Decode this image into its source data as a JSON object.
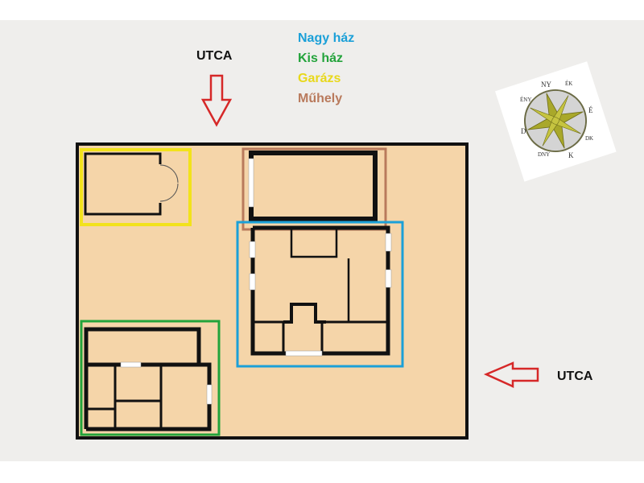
{
  "labels": {
    "street_top": "UTCA",
    "street_right": "UTCA"
  },
  "legend": [
    {
      "label": "Nagy ház",
      "color": "#1ba0d8"
    },
    {
      "label": "Kis ház",
      "color": "#23a33b"
    },
    {
      "label": "Garázs",
      "color": "#f2e21b"
    },
    {
      "label": "Műhely",
      "color": "#b97a5c"
    }
  ],
  "compass": {
    "n": "É",
    "ne": "ÉK",
    "e": "K",
    "se": "DK",
    "s": "D",
    "sw": "DNY",
    "w": "NY",
    "nw": "ÉNY"
  },
  "colors": {
    "plot": "#f5d5a9",
    "arrow": "#d62828",
    "wall": "#111111"
  }
}
